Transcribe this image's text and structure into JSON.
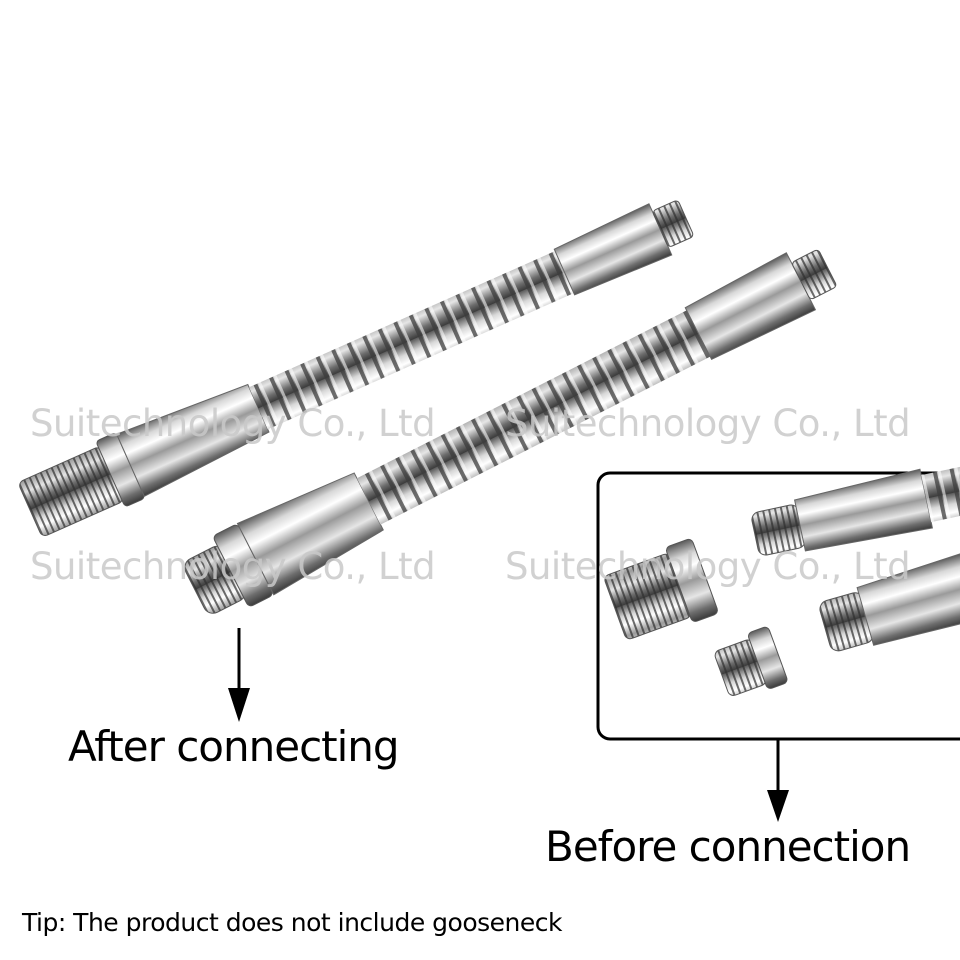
{
  "labels": {
    "after": "After connecting",
    "before": "Before connection",
    "tip": "Tip: The product does not include gooseneck"
  },
  "watermark": {
    "text": "Suitechnology Co., Ltd"
  },
  "colors": {
    "metal_light": "#f4f4f4",
    "metal_dark": "#4a4a4a",
    "watermark": "#c9c9c9",
    "frame": "#000000"
  }
}
